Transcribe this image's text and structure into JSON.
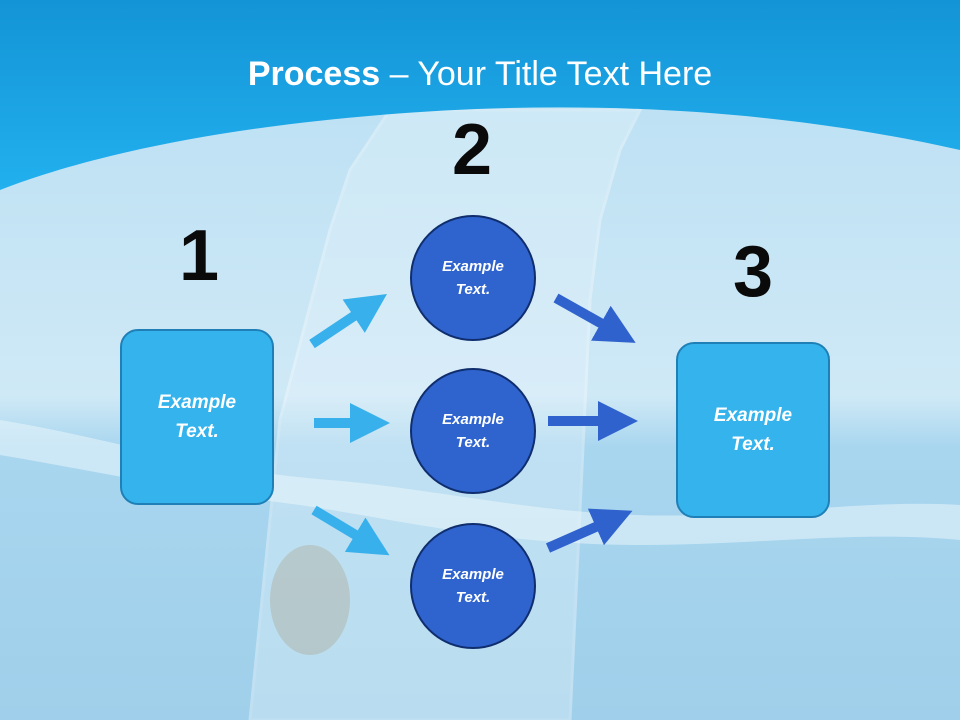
{
  "slide": {
    "title_bold": "Process",
    "title_rest": " – Your Title Text Here"
  },
  "steps": [
    {
      "number": "1",
      "text": "Example\nText."
    },
    {
      "number": "2",
      "items": [
        "Example\nText.",
        "Example\nText.",
        "Example\nText."
      ]
    },
    {
      "number": "3",
      "text": "Example\nText."
    }
  ],
  "colors": {
    "header": "#1aa5e3",
    "box_fill": "#35b3ec",
    "circle_fill": "#2f64cf",
    "arrow_light": "#38b0ec",
    "arrow_dark": "#2f62cc"
  }
}
